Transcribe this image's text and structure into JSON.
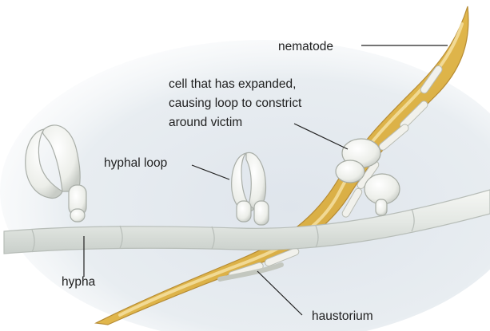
{
  "labels": {
    "nematode": "nematode",
    "cell_expanded": [
      "cell that has expanded,",
      "causing loop to constrict",
      "around victim"
    ],
    "hyphal_loop": "hyphal loop",
    "hypha": "hypha",
    "haustorium": "haustorium"
  },
  "colors": {
    "background_haze": "#e6ebf0",
    "hypha_fill": "#e9ece8",
    "hypha_outline": "#b7bdb8",
    "nematode_fill": "#e3bc4c",
    "nematode_outline": "#b3862a",
    "leader_line": "#222222"
  }
}
